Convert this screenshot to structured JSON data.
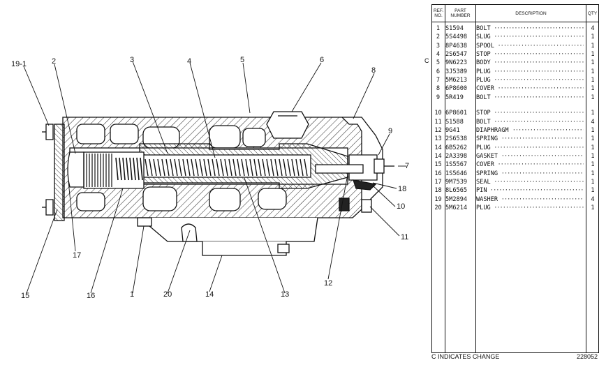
{
  "callouts": [
    {
      "id": "19-1",
      "text": "19-1"
    },
    {
      "id": "2",
      "text": "2"
    },
    {
      "id": "3",
      "text": "3"
    },
    {
      "id": "4",
      "text": "4"
    },
    {
      "id": "5",
      "text": "5"
    },
    {
      "id": "6",
      "text": "6"
    },
    {
      "id": "8",
      "text": "8"
    },
    {
      "id": "9",
      "text": "9"
    },
    {
      "id": "7",
      "text": "7"
    },
    {
      "id": "18",
      "text": "18"
    },
    {
      "id": "10",
      "text": "10"
    },
    {
      "id": "11",
      "text": "11"
    },
    {
      "id": "12",
      "text": "12"
    },
    {
      "id": "13",
      "text": "13"
    },
    {
      "id": "14",
      "text": "14"
    },
    {
      "id": "20",
      "text": "20"
    },
    {
      "id": "1",
      "text": "1"
    },
    {
      "id": "16",
      "text": "16"
    },
    {
      "id": "15",
      "text": "15"
    },
    {
      "id": "17",
      "text": "17"
    }
  ],
  "table": {
    "headers": {
      "ref": "REF. NO.",
      "part": "PART NUMBER",
      "desc": "DESCRIPTION",
      "qty": "QTY"
    },
    "rows": [
      {
        "ref": "1",
        "part": "S1594",
        "desc": "BOLT",
        "qty": "4"
      },
      {
        "ref": "2",
        "part": "5S4498",
        "desc": "SLUG",
        "qty": "1"
      },
      {
        "ref": "3",
        "part": "8P4638",
        "desc": "SPOOL",
        "qty": "1"
      },
      {
        "ref": "4",
        "part": "2S6547",
        "desc": "STOP",
        "qty": "1"
      },
      {
        "ref": "5",
        "part": "9N6223",
        "desc": "BODY",
        "qty": "1"
      },
      {
        "ref": "6",
        "part": "3J5389",
        "desc": "PLUG",
        "qty": "1"
      },
      {
        "ref": "7",
        "part": "5M6213",
        "desc": "PLUG",
        "qty": "1"
      },
      {
        "ref": "8",
        "part": "6P8600",
        "desc": "COVER",
        "qty": "1"
      },
      {
        "ref": "9",
        "part": "5R419",
        "desc": "BOLT",
        "qty": "1"
      },
      {
        "ref": "10",
        "part": "6P8601",
        "desc": "STOP",
        "qty": "1"
      },
      {
        "ref": "11",
        "part": "S1588",
        "desc": "BOLT",
        "qty": "4"
      },
      {
        "ref": "12",
        "part": "9G41",
        "desc": "DIAPHRAGM",
        "qty": "1"
      },
      {
        "ref": "13",
        "part": "2S6538",
        "desc": "SPRING",
        "qty": "1"
      },
      {
        "ref": "14",
        "part": "6B5262",
        "desc": "PLUG",
        "qty": "1"
      },
      {
        "ref": "14",
        "part": "2A3398",
        "desc": "GASKET",
        "qty": "1"
      },
      {
        "ref": "15",
        "part": "1S5567",
        "desc": "COVER",
        "qty": "1"
      },
      {
        "ref": "16",
        "part": "1S5646",
        "desc": "SPRING",
        "qty": "1"
      },
      {
        "ref": "17",
        "part": "9M7539",
        "desc": "SEAL",
        "qty": "1"
      },
      {
        "ref": "18",
        "part": "8L6565",
        "desc": "PIN",
        "qty": "1"
      },
      {
        "ref": "19",
        "part": "5M2894",
        "desc": "WASHER",
        "qty": "4"
      },
      {
        "ref": "20",
        "part": "5M6214",
        "desc": "PLUG",
        "qty": "1"
      }
    ]
  },
  "change_mark": "C",
  "footer": {
    "note": "C  INDICATES CHANGE",
    "code": "228052"
  }
}
